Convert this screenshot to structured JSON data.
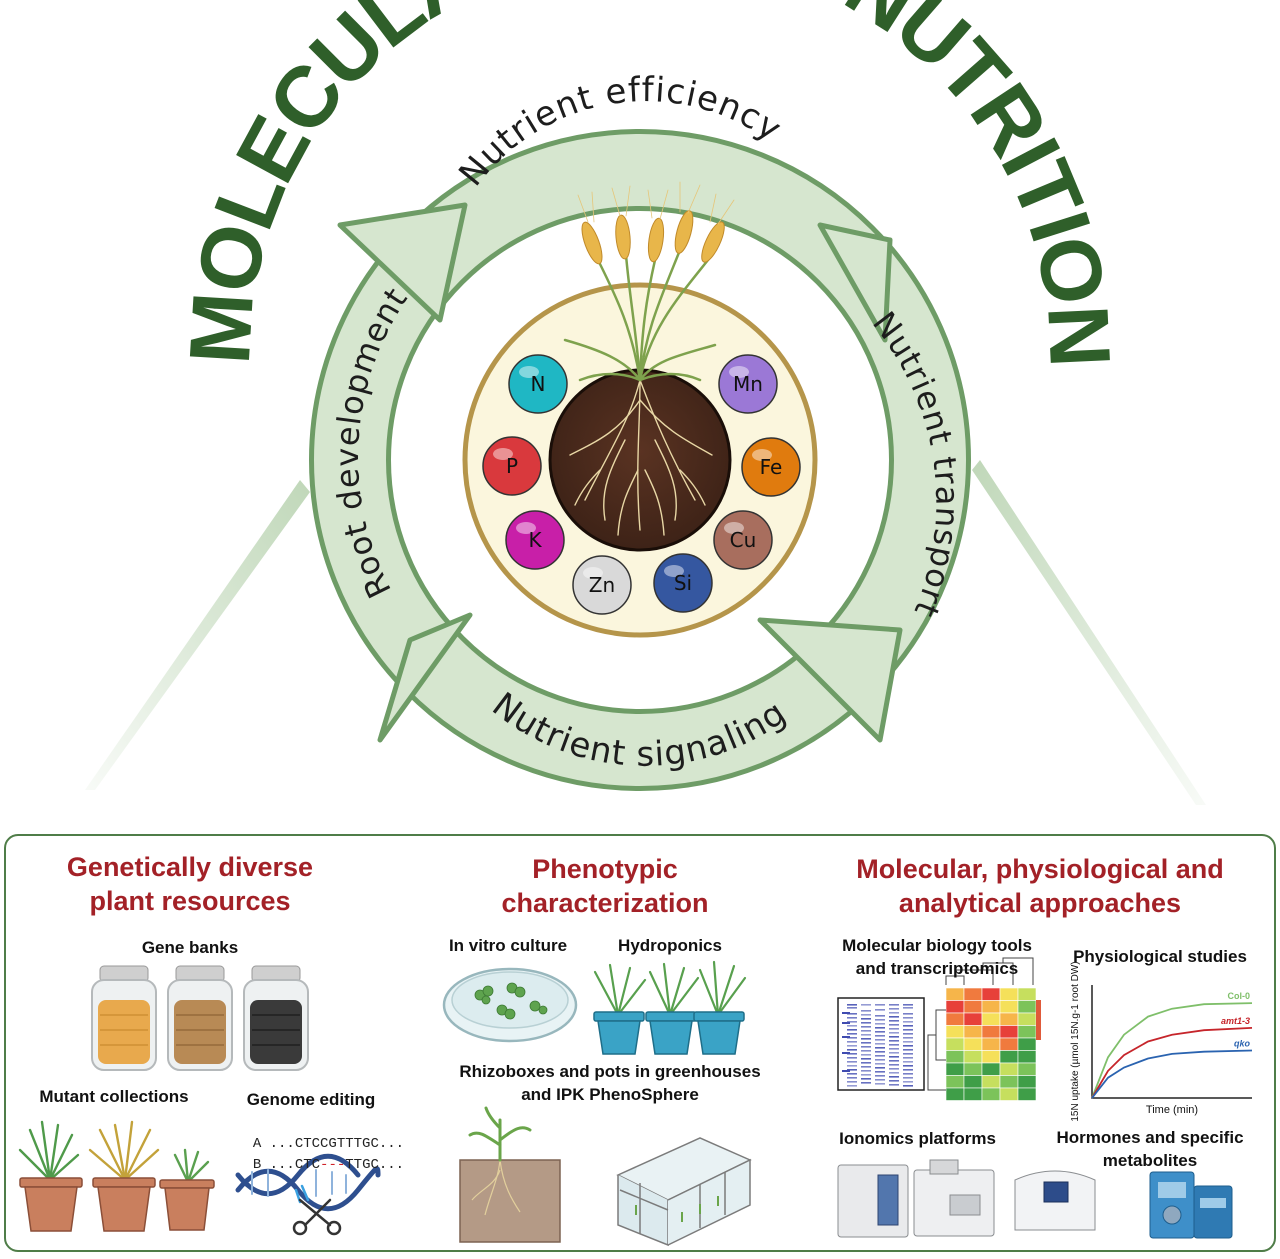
{
  "top": {
    "title": "MOLECULAR PLANT NUTRITION",
    "cycle": {
      "top": "Nutrient efficiency",
      "right": "Nutrient transport",
      "bottom": "Nutrient signaling",
      "left": "Root development"
    },
    "nutrients": [
      {
        "symbol": "N",
        "color": "#1fb7c4"
      },
      {
        "symbol": "P",
        "color": "#d9393d"
      },
      {
        "symbol": "K",
        "color": "#c81fa8"
      },
      {
        "symbol": "Zn",
        "color": "#d9d9d9"
      },
      {
        "symbol": "Si",
        "color": "#3557a0"
      },
      {
        "symbol": "Cu",
        "color": "#a86e5e"
      },
      {
        "symbol": "Fe",
        "color": "#e07b0e"
      },
      {
        "symbol": "Mn",
        "color": "#9b78d6"
      }
    ],
    "colors": {
      "title": "#2f5f2a",
      "ring": "#d6e6cf",
      "ring_stroke": "#6e9c66",
      "soil": "#4a2a1c",
      "inner": "#fbf6dd",
      "inner_stroke": "#b5954a"
    }
  },
  "panels": {
    "genetic": {
      "title_line1": "Genetically diverse",
      "title_line2": "plant resources",
      "gene_banks": "Gene banks",
      "mutant_collections": "Mutant collections",
      "genome_editing": "Genome editing",
      "seq_a_label": "A",
      "seq_a": "...CTCCGTTTGC...",
      "seq_b_label": "B",
      "seq_b_pre": "...CTC",
      "seq_b_del": "---",
      "seq_b_post": "TTGC..."
    },
    "phenotypic": {
      "title_line1": "Phenotypic",
      "title_line2": "characterization",
      "in_vitro": "In vitro culture",
      "hydroponics": "Hydroponics",
      "rhizo_line1": "Rhizoboxes and pots in greenhouses",
      "rhizo_line2": "and IPK PhenoSphere"
    },
    "molecular": {
      "title_line1": "Molecular, physiological and",
      "title_line2": "analytical approaches",
      "mol_tools_line1": "Molecular biology tools",
      "mol_tools_line2": "and transcriptomics",
      "physio": "Physiological studies",
      "ionomics": "Ionomics platforms",
      "hormones_line1": "Hormones and specific",
      "hormones_line2": "metabolites"
    }
  },
  "chart_data": {
    "type": "line",
    "xlabel": "Time (min)",
    "ylabel": "15N uptake (µmol 15N.g-1 root DW)",
    "ylim": [
      0,
      1
    ],
    "x": [
      0,
      0.1,
      0.2,
      0.35,
      0.5,
      0.7,
      1.0
    ],
    "series": [
      {
        "name": "Col-0",
        "color": "#7fbf6a",
        "values": [
          0,
          0.36,
          0.56,
          0.72,
          0.79,
          0.83,
          0.84
        ]
      },
      {
        "name": "amt1-3",
        "color": "#c6252b",
        "values": [
          0,
          0.24,
          0.38,
          0.5,
          0.56,
          0.6,
          0.62
        ]
      },
      {
        "name": "qko",
        "color": "#2a63b0",
        "values": [
          0,
          0.18,
          0.27,
          0.35,
          0.39,
          0.41,
          0.42
        ]
      }
    ]
  }
}
